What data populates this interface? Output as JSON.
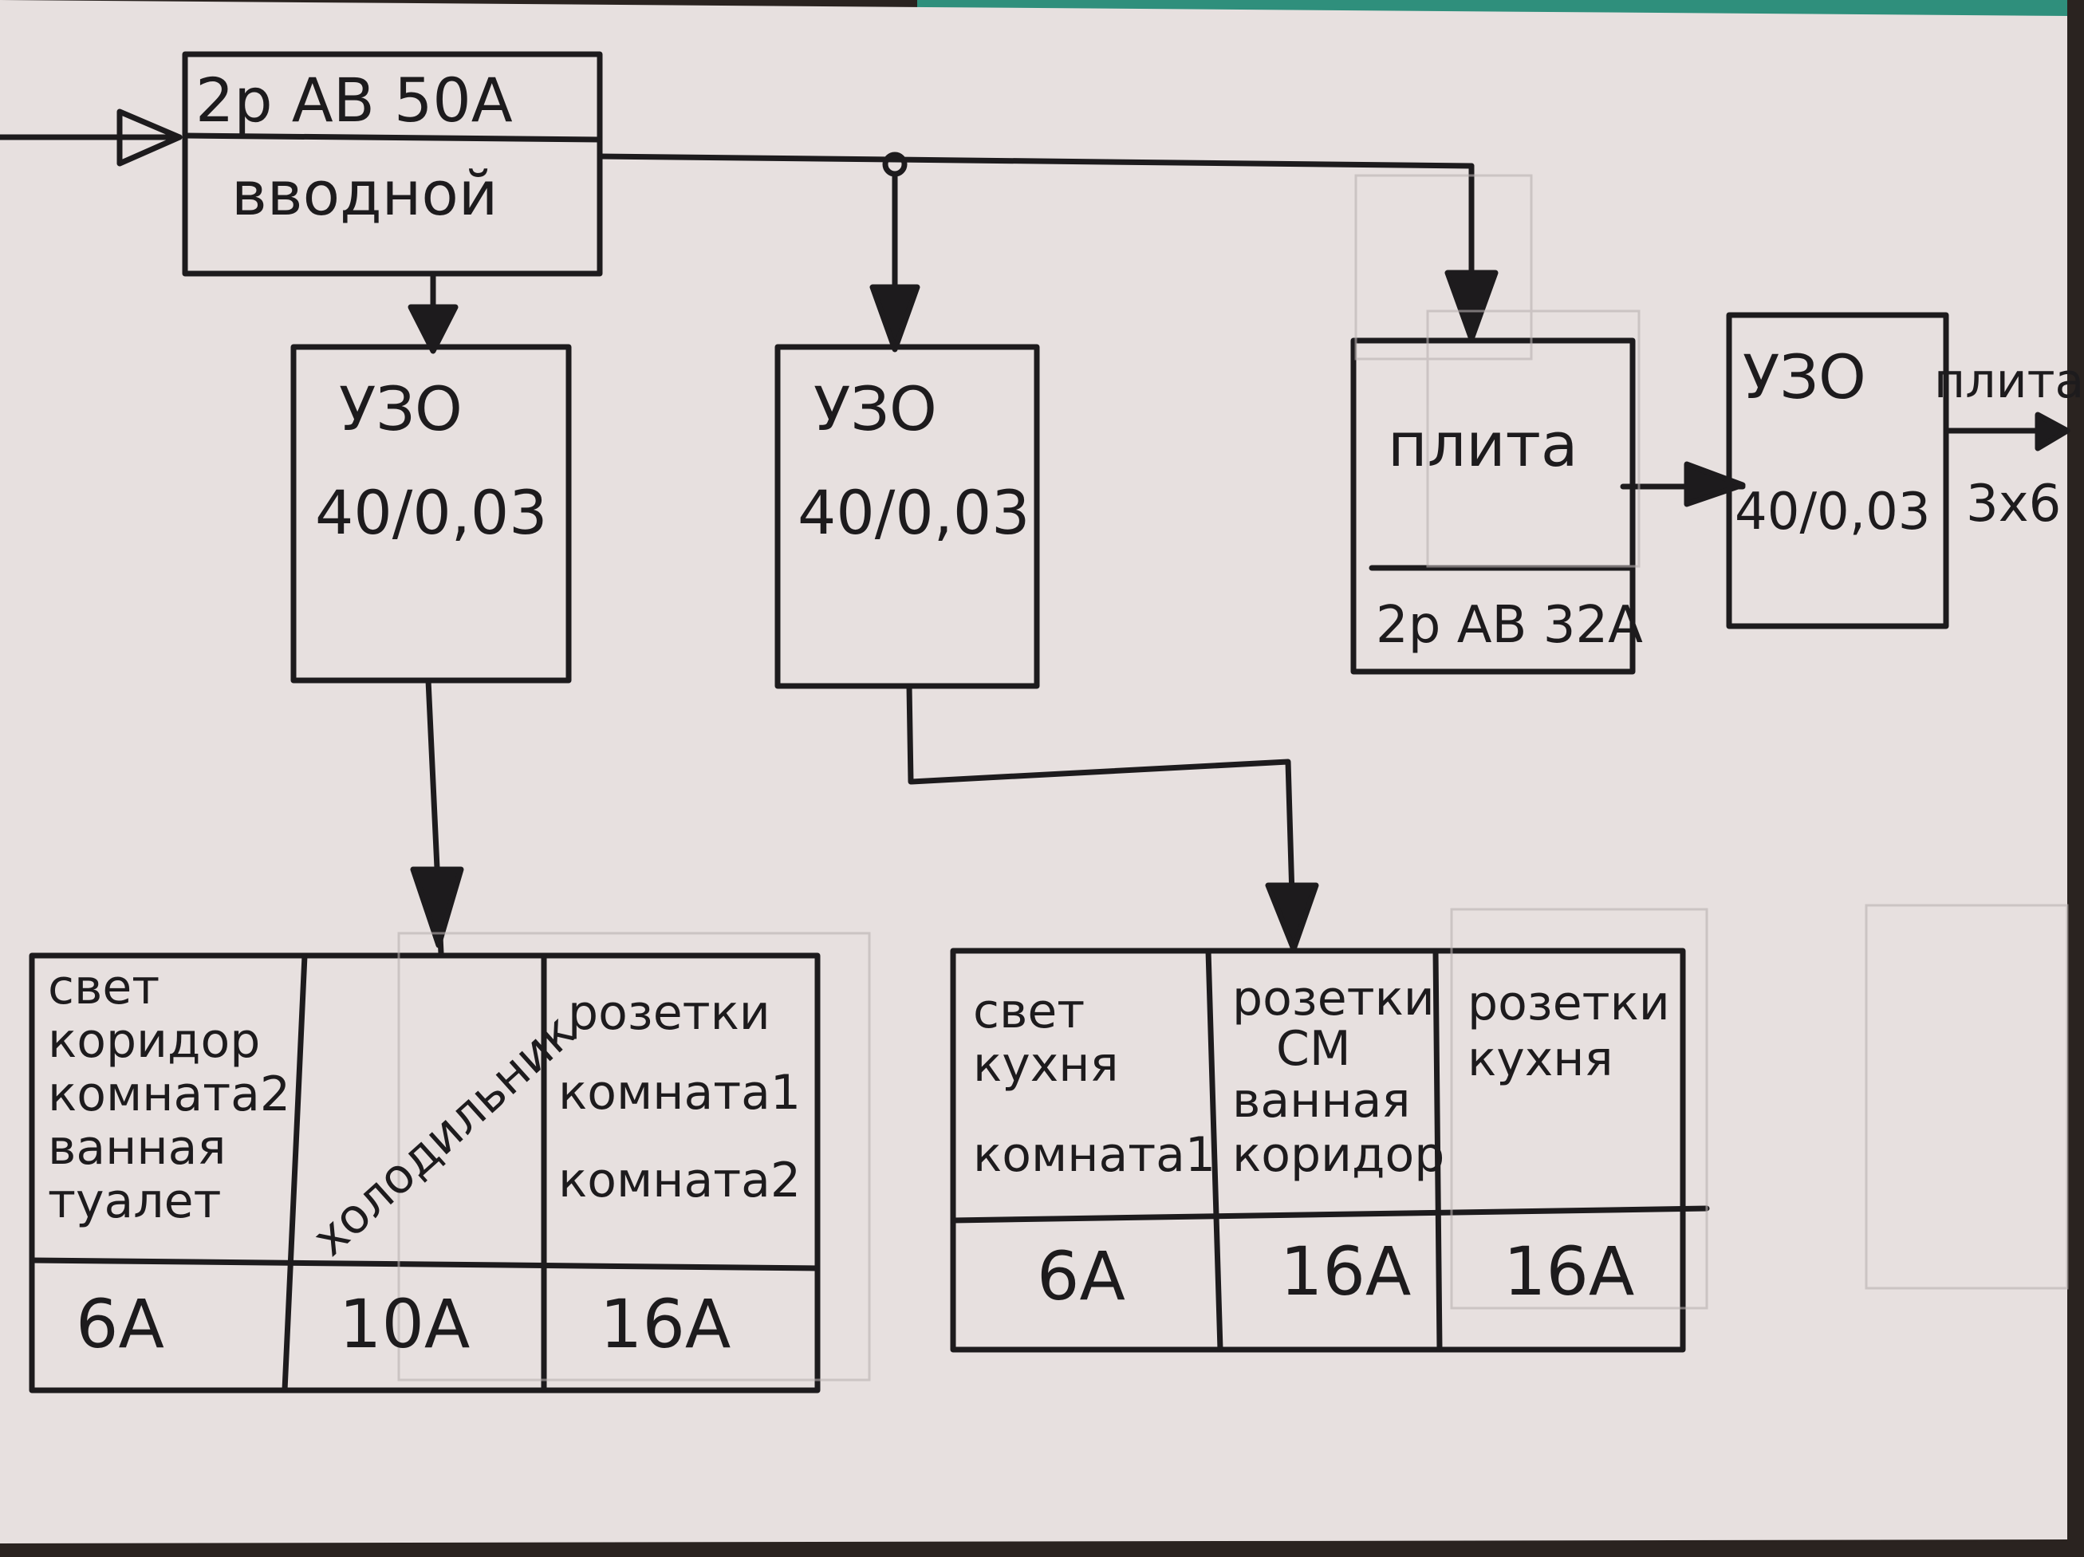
{
  "colors": {
    "paper": "#e7e0df",
    "ink": "#1d1b1d",
    "background": "#2a2320",
    "strip_top": "#2f8f7c"
  },
  "main_breaker": {
    "rating": "2р АВ 50А",
    "name": "вводной"
  },
  "rcd_left": {
    "line1": "УЗО",
    "line2": "40/0,03"
  },
  "rcd_middle": {
    "line1": "УЗО",
    "line2": "40/0,03"
  },
  "stove_breaker": {
    "name": "плита",
    "rating": "2р АВ 32А"
  },
  "rcd_right": {
    "line1": "УЗО",
    "line2": "40/0,03"
  },
  "stove_output": {
    "label": "плита",
    "cable": "3х6"
  },
  "group_left": [
    {
      "lines": [
        "свет",
        "коридор",
        "комната2",
        "ванная",
        "туалет"
      ],
      "current": "6А"
    },
    {
      "lines": [
        "холодильник"
      ],
      "current": "10А"
    },
    {
      "lines": [
        "розетки",
        "комната1",
        "комната2"
      ],
      "current": "16А"
    }
  ],
  "group_right": [
    {
      "lines": [
        "свет",
        "кухня",
        "комната1"
      ],
      "current": "6А"
    },
    {
      "lines": [
        "розетки",
        "СМ",
        "ванная",
        "коридор"
      ],
      "current": "16А"
    },
    {
      "lines": [
        "розетки",
        "кухня"
      ],
      "current": "16А"
    }
  ]
}
